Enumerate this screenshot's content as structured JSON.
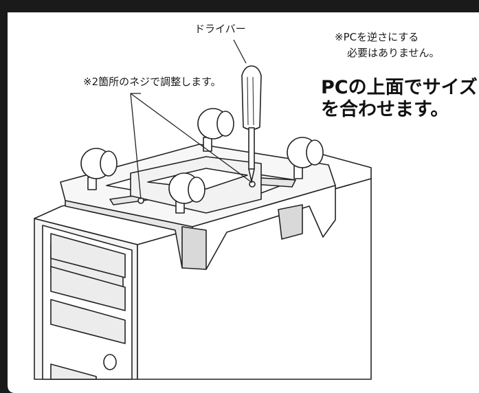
{
  "labels": {
    "driver": "ドライバー",
    "screws": "※2箇所のネジで調整します。",
    "note_line1": "※PCを逆さにする",
    "note_line2": "必要はありません。",
    "headline_line1": "PCの上面でサイズ",
    "headline_line2": "を合わせます。"
  },
  "colors": {
    "frame": "#1a1a1a",
    "line": "#222222",
    "shade": "#d9d9d9",
    "fill": "#ffffff"
  }
}
